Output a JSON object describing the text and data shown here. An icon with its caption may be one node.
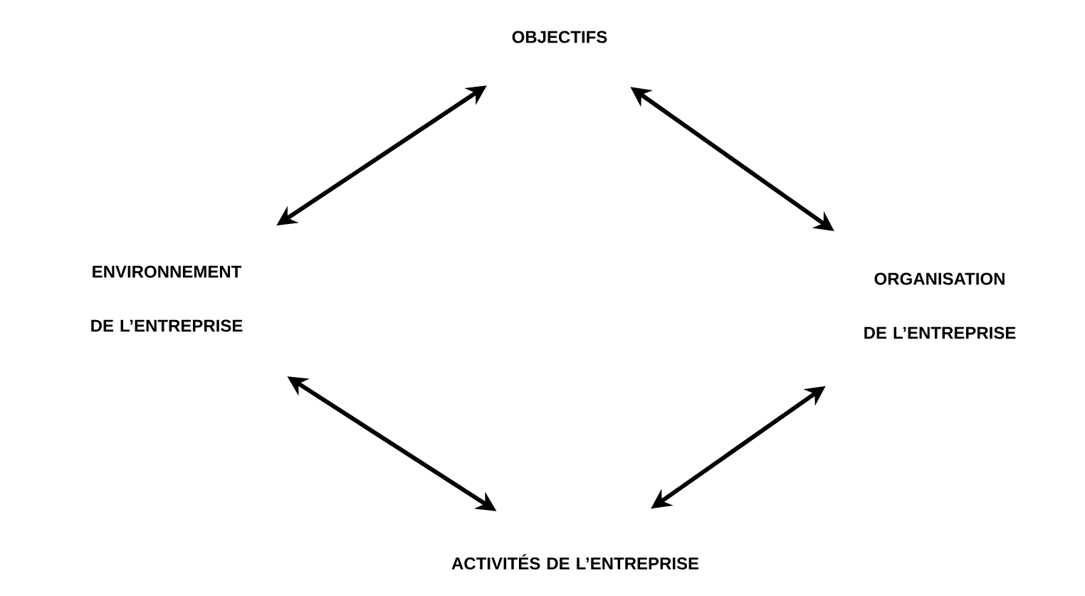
{
  "diagram": {
    "nodes": [
      {
        "text": [
          "OBJECTIFS"
        ]
      },
      {
        "text": [
          "ENVIRONNEMENT DE L’ENTREPRISE"
        ]
      },
      {
        "text": [
          "ORGANISATION DE L’ENTREPRISE"
        ]
      },
      {
        "text": [
          "ACTIVITÉS DE L’ENTREPRISE"
        ]
      }
    ],
    "edges": [
      {
        "from": 0,
        "to": 1,
        "arrow": "both"
      },
      {
        "from": 0,
        "to": 2,
        "arrow": "both"
      },
      {
        "from": 1,
        "to": 3,
        "arrow": "both"
      },
      {
        "from": 2,
        "to": 3,
        "arrow": "both"
      }
    ]
  }
}
